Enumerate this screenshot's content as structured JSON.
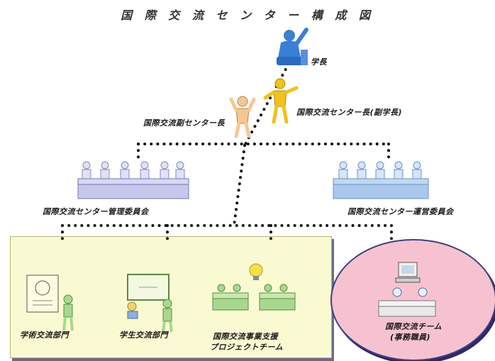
{
  "title": "国 際 交 流 セ ン タ ー 構 成 図",
  "nodes": {
    "president": "学長",
    "center_director": "国際交流センター長(副学長)",
    "vice_director": "国際交流副センター長",
    "management_committee": "国際交流センター管理委員会",
    "steering_committee": "国際交流センター運営委員会",
    "academic_dept": "学術交流部門",
    "student_dept": "学生交流部門",
    "project_team_line1": "国際交流事業支援",
    "project_team_line2": "プロジェクトチーム",
    "intl_team_line1": "国際交流チーム",
    "intl_team_line2": "(事務職員)"
  },
  "colors": {
    "president": "#3a7fd6",
    "director": "#f2c21a",
    "vice_director": "#f5c890",
    "committee_left": "#c7c7ee",
    "committee_right": "#a8c8ee",
    "dept_box": "#fafad2",
    "team_ellipse": "#f7c2cf",
    "figure_green": "#a8d890",
    "dots": "#111111"
  },
  "icons": [
    "president-figure",
    "director-figure",
    "vice-director-figure",
    "committee-table-icon",
    "certificate-icon",
    "whiteboard-icon",
    "lightbulb-icon",
    "meeting-table-icon",
    "computer-icon"
  ]
}
